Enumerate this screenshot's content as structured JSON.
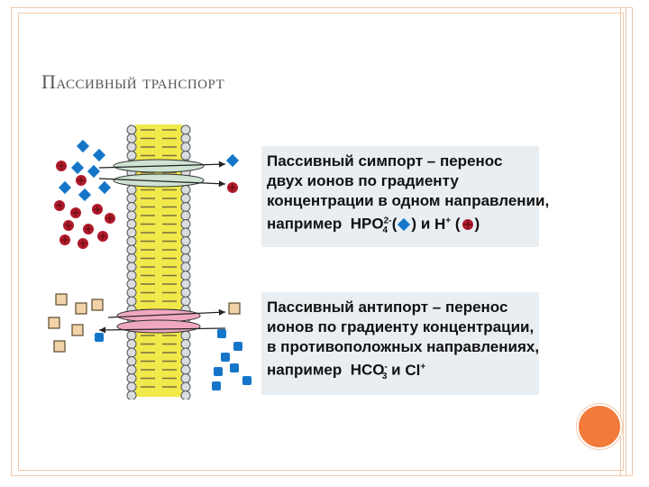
{
  "slide": {
    "title": "Пассивный транспорт"
  },
  "symport": {
    "lines": [
      "Пассивный симпорт – перенос",
      "двух ионов по градиенту",
      "концентрации в одном направлении,"
    ],
    "example_prefix": "например",
    "ion1": "HPO",
    "ion1_sub": "4",
    "ion1_sup": "2-",
    "connector": "и",
    "ion2": "H",
    "ion2_sup": "+"
  },
  "antiport": {
    "lines": [
      "Пассивный антипорт – перенос",
      "ионов по градиенту концентрации,",
      "в противоположных направлениях,"
    ],
    "example_prefix": "например",
    "ion1": "HCO",
    "ion1_sub": "3",
    "ion1_sup": "-",
    "connector": "и",
    "ion2": "Cl",
    "ion2_sup": "+"
  },
  "colors": {
    "membrane": "#f1e84a",
    "head": "#d9dde0",
    "ion_red": "#b11a2a",
    "ion_blue": "#1576c9",
    "ion_tan": "#f2d2a8",
    "channel_green": "#cfe3d2",
    "channel_pink": "#f0a8c0",
    "accent": "#f27a3a"
  }
}
